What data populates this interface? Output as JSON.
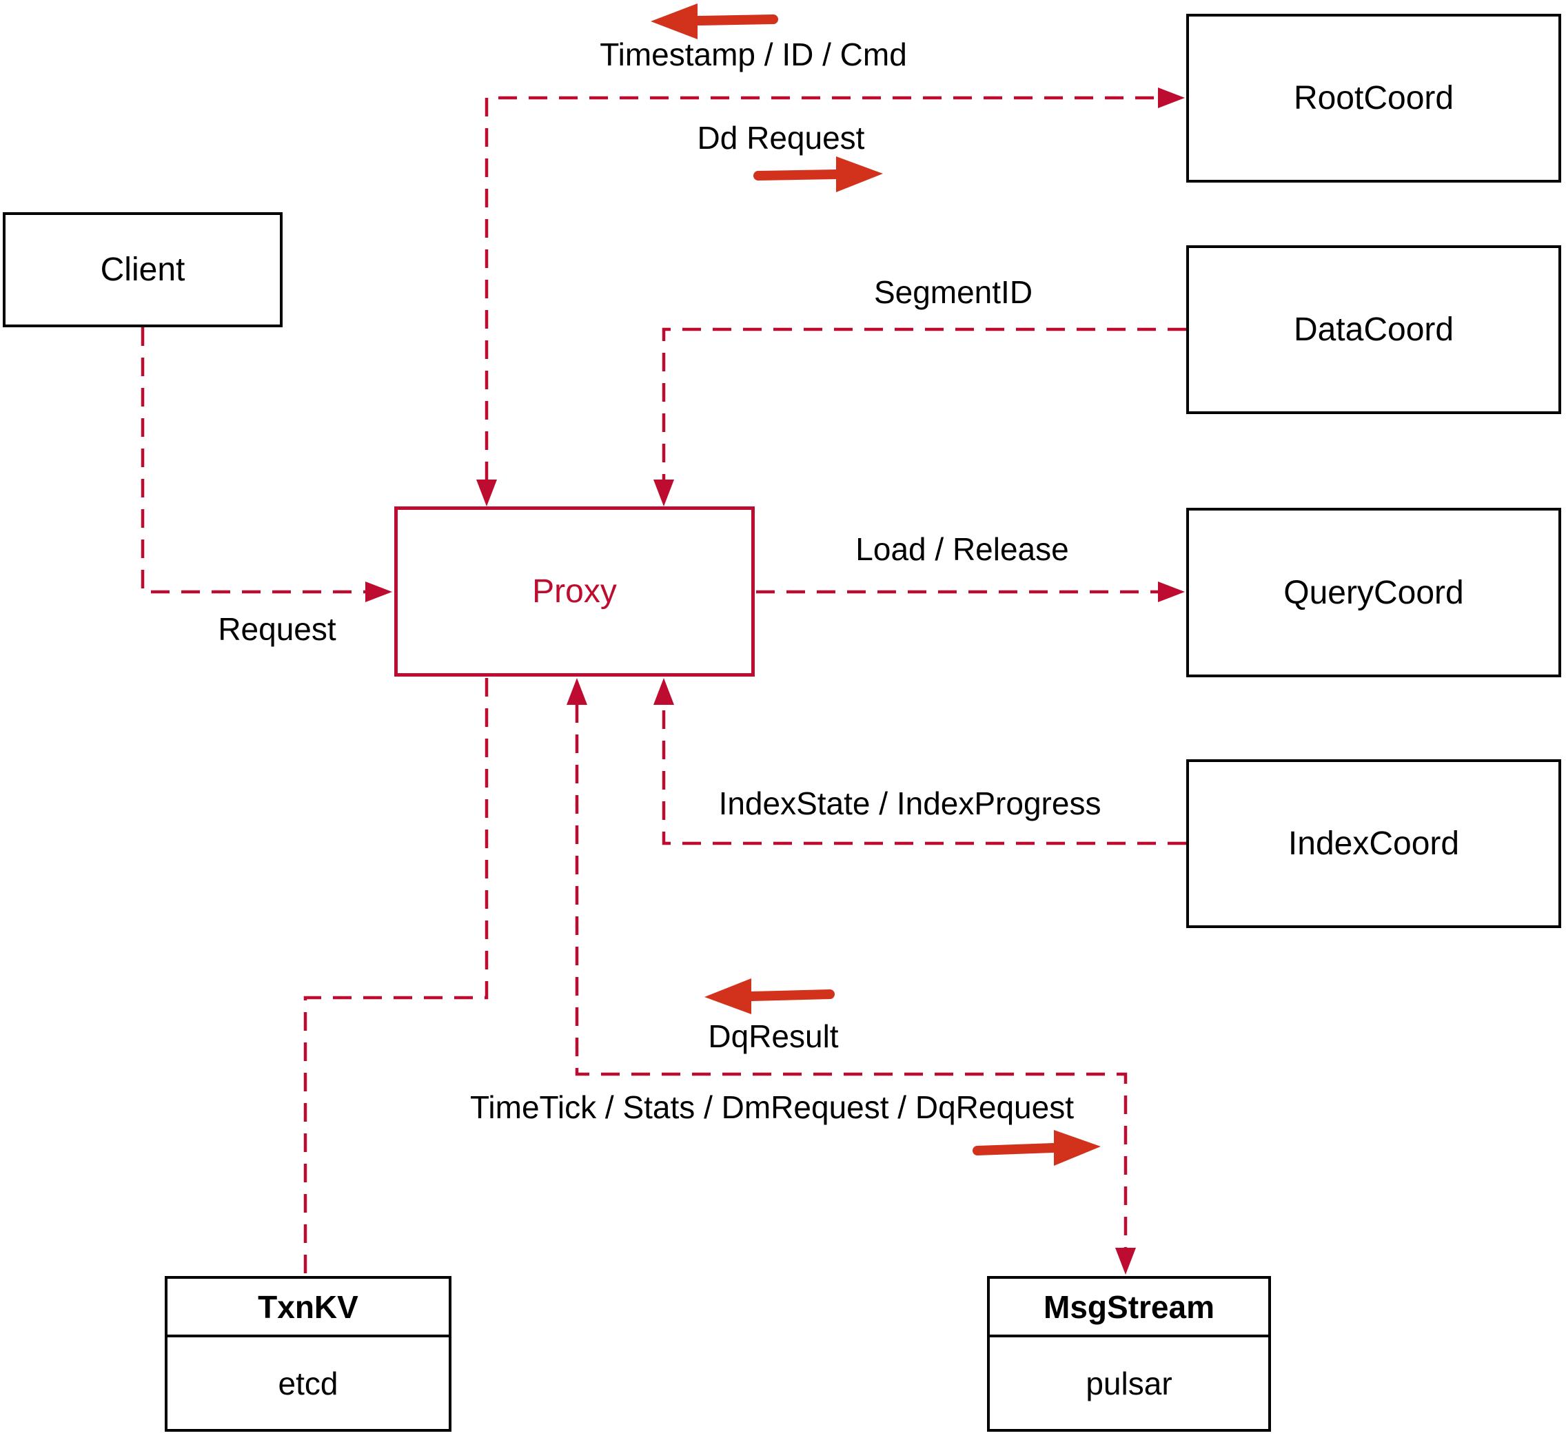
{
  "nodes": {
    "client": {
      "label": "Client"
    },
    "proxy": {
      "label": "Proxy"
    },
    "root_coord": {
      "label": "RootCoord"
    },
    "data_coord": {
      "label": "DataCoord"
    },
    "query_coord": {
      "label": "QueryCoord"
    },
    "index_coord": {
      "label": "IndexCoord"
    },
    "txn_kv": {
      "title": "TxnKV",
      "impl": "etcd"
    },
    "msg_stream": {
      "title": "MsgStream",
      "impl": "pulsar"
    }
  },
  "edge_labels": {
    "timestamp_id_cmd": "Timestamp / ID / Cmd",
    "dd_request": "Dd Request",
    "segment_id": "SegmentID",
    "request": "Request",
    "load_release": "Load / Release",
    "index_state_progress": "IndexState / IndexProgress",
    "dq_result": "DqResult",
    "timetick_stats": "TimeTick / Stats / DmRequest / DqRequest"
  },
  "colors": {
    "dashed_line": "#bd0c2f",
    "solid_arrow": "#d2321c",
    "box_border": "#000000",
    "text_color": "#000000",
    "background": "#ffffff",
    "proxy_accent": "#bd0c2f"
  }
}
